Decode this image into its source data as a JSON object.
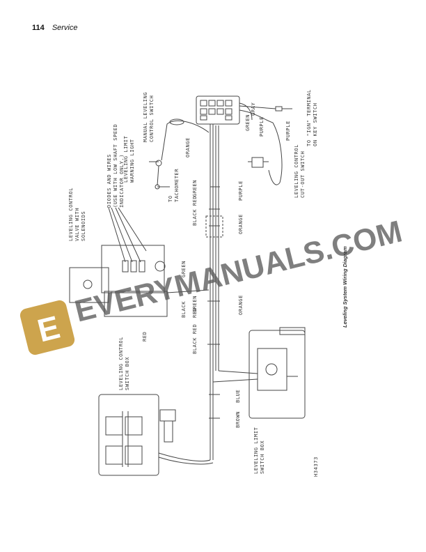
{
  "header": {
    "page_number": "114",
    "section": "Service"
  },
  "caption": "Leveling System Wiring Diagram",
  "figure_code": "H34373",
  "watermark": "EVERYMANUALS.COM",
  "labels": {
    "manual_switch": [
      "MANUAL LEVELING",
      "CONTROL SWITCH"
    ],
    "ign_terminal": [
      "TO \"IGN\" TERMINAL",
      "ON KEY SWITCH"
    ],
    "limit_light": [
      "LEVELING LIMIT",
      "WARNING LIGHT"
    ],
    "tachometer": [
      "TO",
      "TACHOMETER"
    ],
    "diodes": [
      "DIODES AND WIRES",
      "(USE WITH LOW SHAFT SPEED",
      "INDICATOR ONLY.)"
    ],
    "valve": [
      "LEVELING CONTROL",
      "VALVE WITH",
      "SOLENOIDS"
    ],
    "cutout": [
      "LEVELING CONTROL",
      "CUT-OUT SWITCH"
    ],
    "control_box": [
      "LEVELING CONTROL",
      "SWITCH BOX"
    ],
    "limit_box": [
      "LEVELING LIMIT",
      "SWITCH BOX"
    ]
  },
  "wires": {
    "gray": "GRAY",
    "green": "GREEN",
    "purple": "PURPLE",
    "orange": "ORANGE",
    "black": "BLACK",
    "red": "RED",
    "blue": "BLUE",
    "brown": "BROWN"
  }
}
